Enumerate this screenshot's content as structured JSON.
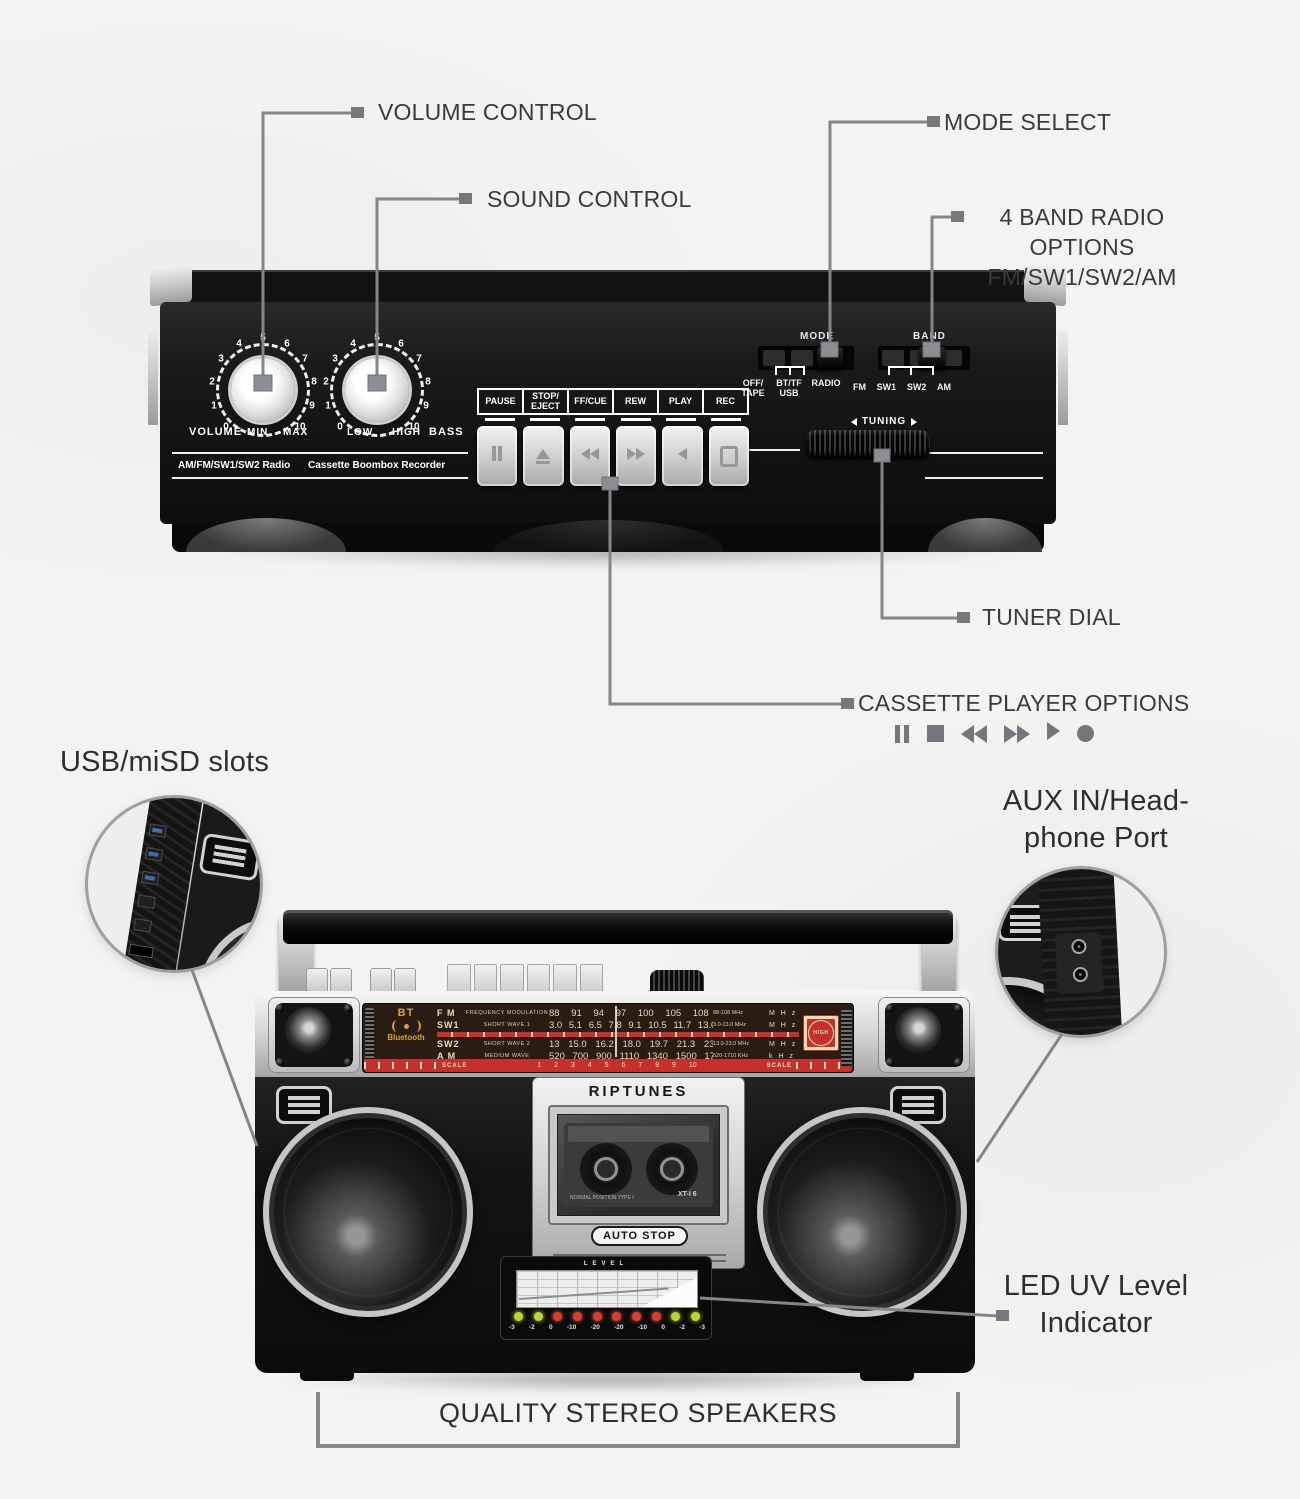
{
  "callouts": {
    "volume_control": "VOLUME CONTROL",
    "sound_control": "SOUND CONTROL",
    "mode_select": "MODE SELECT",
    "band_radio_line1": "4 BAND RADIO OPTIONS",
    "band_radio_line2": "FM/SW1/SW2/AM",
    "tuner_dial": "TUNER DIAL",
    "cassette_options": "CASSETTE PLAYER OPTIONS",
    "usb_slots": "USB/miSD slots",
    "aux_line1": "AUX IN/Head-",
    "aux_line2": "phone Port",
    "led_uv_line1": "LED UV Level",
    "led_uv_line2": "Indicator",
    "quality_speakers": "QUALITY STEREO SPEAKERS",
    "transport_icon_names": [
      "pause",
      "stop",
      "rewind",
      "fast-forward",
      "play",
      "record"
    ]
  },
  "top_view": {
    "knob_ticks": [
      "0",
      "1",
      "2",
      "3",
      "4",
      "5",
      "6",
      "7",
      "8",
      "9",
      "10"
    ],
    "volume_label": "VOLUME",
    "min_label": "MIN",
    "max_label": "MAX",
    "low_label": "LOW",
    "high_label": "HIGH",
    "bass_label": "BASS",
    "radio_text": "AM/FM/SW1/SW2 Radio",
    "recorder_text": "Cassette Boombox Recorder",
    "transport_labels": [
      "PAUSE",
      "STOP/ EJECT",
      "FF/CUE",
      "REW",
      "PLAY",
      "REC"
    ],
    "mode_label": "MODE",
    "mode_options": [
      "OFF/ TAPE",
      "BT/TF USB",
      "RADIO"
    ],
    "band_label": "BAND",
    "band_options": [
      "FM",
      "SW1",
      "SW2",
      "AM"
    ],
    "tuning_label": "TUNING"
  },
  "front_view": {
    "brand": "RIPTUNES",
    "bt_label": "BT",
    "bluetooth_label": "Bluetooth",
    "dial": {
      "rows": [
        {
          "band": "F M",
          "wave": "FREQUENCY MODULATION",
          "freqs": "88 91 94 97 100 105 108",
          "range": "88-108 MHz",
          "unit": "M H z"
        },
        {
          "band": "SW1",
          "wave": "SHORT WAVE 1",
          "freqs": "3.0 5.1 6.5 7.8 9.1 10.5 11.7 13.0",
          "range": "3.0-13.0 MHz",
          "unit": "M H z"
        },
        {
          "band": "SW2",
          "wave": "SHORT WAVE 2",
          "freqs": "13 15.0 16.2 18.0 19.7 21.3 23.0",
          "range": "13.0-23.0 MHz",
          "unit": "M H z"
        },
        {
          "band": "A M",
          "wave": "MEDIUM WAVE",
          "freqs": "520 700 900 1110 1340 1500 1710",
          "range": "520-1710 KHz",
          "unit": "k H z"
        }
      ],
      "scale_label": "SCALE",
      "scale_numbers": "1 2 3 4 5 6 7 8 9 10",
      "high_badge": "HIGH"
    },
    "cassette": {
      "auto_stop": "AUTO STOP",
      "tape_type": "NORMAL POSITION TYPE I",
      "tape_model": "XT-I 6"
    },
    "level_meter": {
      "title": "LEVEL",
      "scale_labels": [
        "-3",
        "-2",
        "0",
        "-10",
        "-20",
        "-20",
        "-10",
        "0",
        "-2",
        "-3"
      ],
      "led_colors": [
        "green",
        "green",
        "red",
        "red",
        "red",
        "red",
        "red",
        "red",
        "green",
        "green"
      ]
    }
  },
  "colors": {
    "background": "#f4f3f1",
    "callout_line": "#83868b",
    "label_text": "#3a3a3d",
    "dial_background": "#2a1c12",
    "dial_red": "#c6302c",
    "dial_cream": "#e9ddb8",
    "bt_gold": "#d2a23c",
    "led_green": "#bcd535",
    "led_red": "#de3b2f"
  }
}
